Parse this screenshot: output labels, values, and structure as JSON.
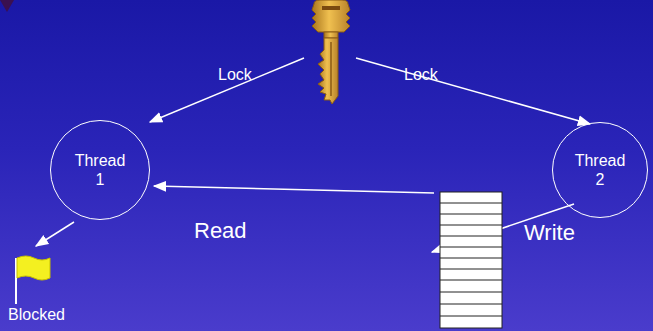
{
  "diagram": {
    "nodes": [
      {
        "text": [
          "Thread 1"
        ]
      },
      {
        "text": [
          "Thread 2"
        ]
      }
    ],
    "labels": [
      "Lock",
      "Lock",
      "Read",
      "Write",
      "Blocked"
    ]
  }
}
